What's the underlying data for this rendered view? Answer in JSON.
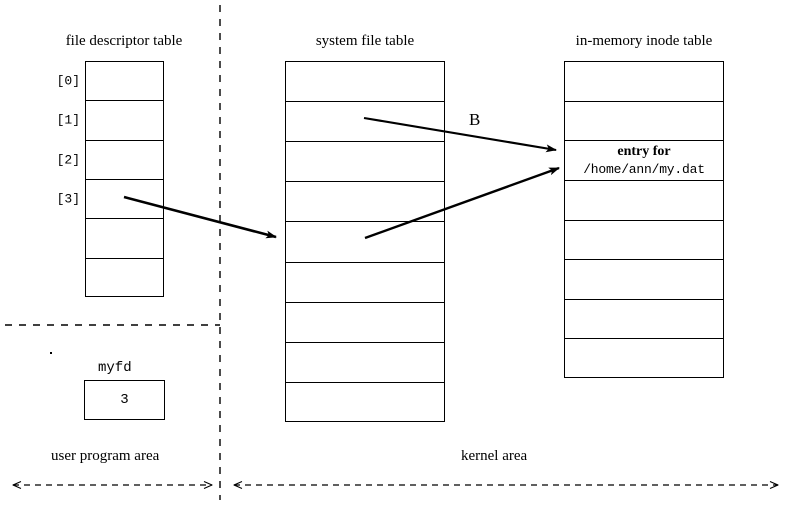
{
  "diagram": {
    "title_fd": "file descriptor table",
    "title_sft": "system file table",
    "title_inode": "in-memory inode table",
    "arrow_label_b": "B",
    "area_user": "user program area",
    "area_kernel": "kernel area",
    "variable": {
      "name": "myfd",
      "value": "3"
    },
    "fd_table": {
      "row_count": 6,
      "labels": [
        "[0]",
        "[1]",
        "[2]",
        "[3]",
        "",
        ""
      ]
    },
    "system_file_table": {
      "row_count": 9
    },
    "inode_table": {
      "row_count": 8,
      "entry_row_index": 2,
      "entry_line1": "entry for",
      "entry_line2": "/home/ann/my.dat"
    },
    "colors": {
      "ink": "#000000",
      "background": "#ffffff"
    }
  }
}
